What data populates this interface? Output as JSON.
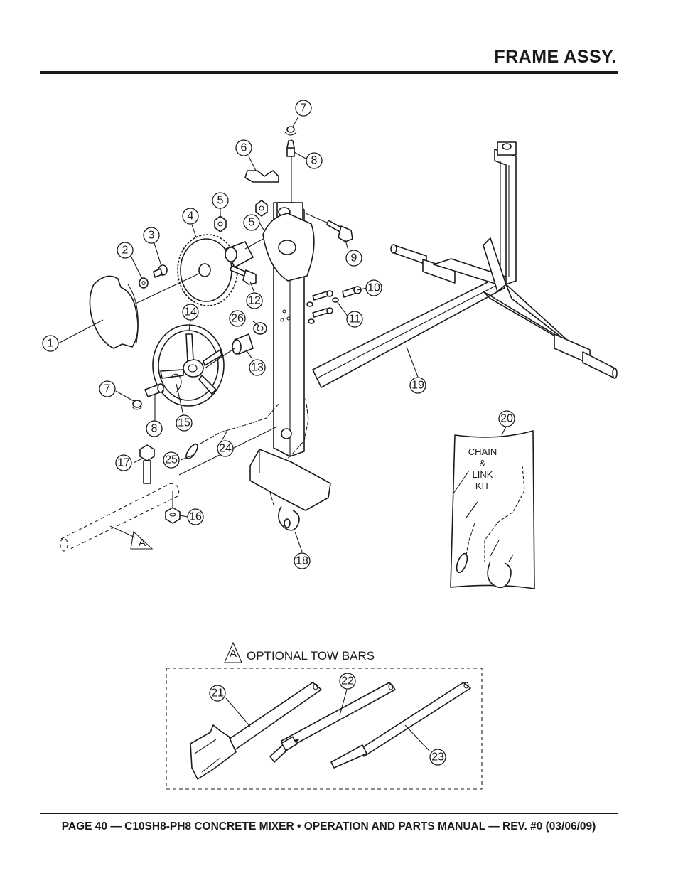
{
  "header": {
    "title": "FRAME ASSY."
  },
  "footer": {
    "text": "PAGE 40 — C10SH8-PH8 CONCRETE MIXER • OPERATION AND PARTS MANUAL — REV. #0 (03/06/09)"
  },
  "diagram": {
    "callouts": [
      "1",
      "2",
      "3",
      "4",
      "5",
      "5",
      "6",
      "7",
      "7",
      "8",
      "8",
      "9",
      "10",
      "11",
      "12",
      "13",
      "14",
      "15",
      "16",
      "17",
      "18",
      "19",
      "20",
      "21",
      "22",
      "23",
      "24",
      "25",
      "26"
    ],
    "chain_kit_label": {
      "line1": "CHAIN",
      "line2": "&",
      "line3": "LINK",
      "line4": "KIT"
    },
    "detail_marker": "A",
    "optional_tow_bars": {
      "marker": "A",
      "label": "OPTIONAL TOW BARS"
    }
  }
}
